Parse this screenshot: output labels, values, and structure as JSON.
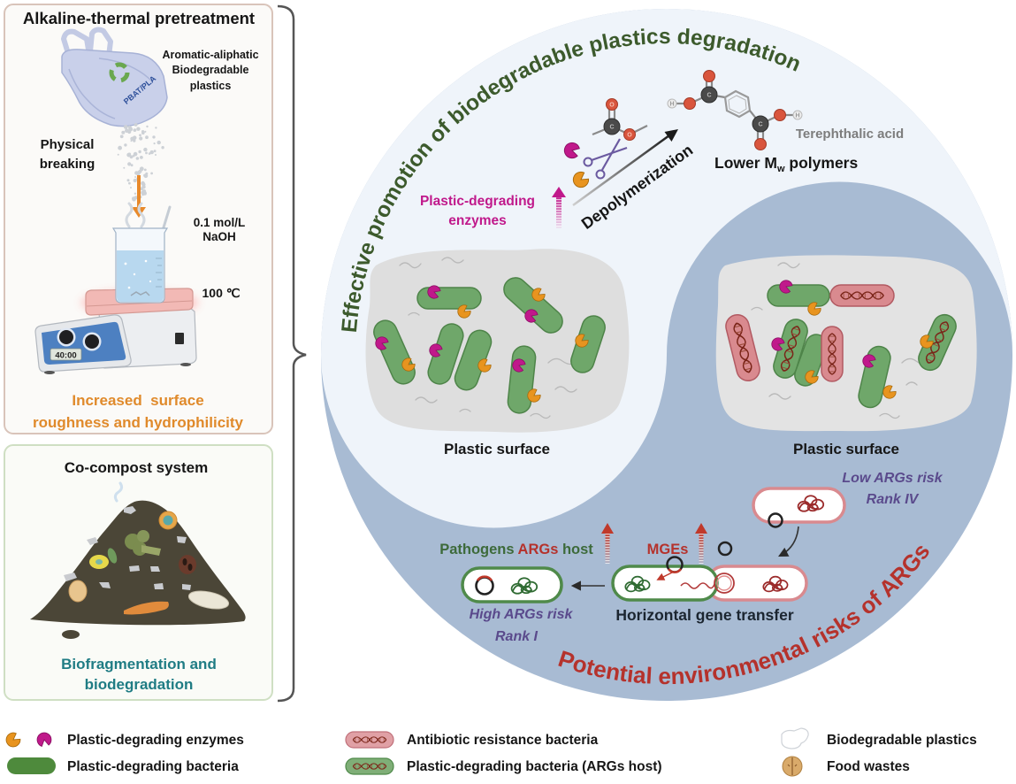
{
  "pretreatment_panel": {
    "title": "Alkaline-thermal pretreatment",
    "plastic_label": [
      "Aromatic-aliphatic",
      "Biodegradable",
      "plastics"
    ],
    "bag_label": "PBAT/PLA",
    "step_label": [
      "Physical",
      "breaking"
    ],
    "reagent": [
      "0.1 mol/L",
      "NaOH"
    ],
    "temperature": "100 ℃",
    "timer_display": "40:00",
    "result": [
      "Increased  surface",
      "roughness and hydrophilicity"
    ]
  },
  "compost_panel": {
    "title": "Co-compost system",
    "result": [
      "Biofragmentation and",
      "biodegradation"
    ]
  },
  "circle": {
    "top_arc_title": "Effective promotion of biodegradable plastics degradation",
    "bottom_arc_title": "Potential environmental risks of ARGs",
    "enzymes_label": [
      "Plastic-degrading",
      "enzymes"
    ],
    "process_label": "Depolymerization",
    "product_name": "Terephthalic acid",
    "product_label": {
      "main": "Lower M",
      "subscript": "w",
      "suffix": " polymers"
    },
    "atom_labels": {
      "carbon": "C",
      "oxygen": "O",
      "hydrogen": "H"
    },
    "surface_left_label": "Plastic surface",
    "surface_right_label": "Plastic surface",
    "low_risk": [
      "Low ARGs risk",
      "Rank IV"
    ],
    "high_risk": [
      "High ARGs risk",
      "Rank I"
    ],
    "host_label": {
      "pathogens": "Pathogens ",
      "args": "ARGs",
      "host": " host"
    },
    "mges_label": "MGEs",
    "hgt_label": "Horizontal gene transfer"
  },
  "legend": {
    "items": [
      {
        "icon": "enzyme-pair-icon",
        "label": "Plastic-degrading enzymes"
      },
      {
        "icon": "green-bacterium-icon",
        "label": "Plastic-degrading bacteria"
      },
      {
        "icon": "resistant-bacterium-icon",
        "label": "Antibiotic resistance bacteria"
      },
      {
        "icon": "args-host-bacterium-icon",
        "label": "Plastic-degrading bacteria (ARGs host)"
      },
      {
        "icon": "plastic-fragment-icon",
        "label": "Biodegradable plastics"
      },
      {
        "icon": "food-waste-icon",
        "label": "Food wastes"
      }
    ]
  },
  "colors": {
    "title_green": "#3c5a2c",
    "risk_red": "#b5322c",
    "enzyme_magenta": "#c0198b",
    "enzyme_orange": "#e8941f",
    "result_orange": "#e08a2b",
    "result_teal": "#1f7c84",
    "risk_purple": "#5a4a8c",
    "host_green": "#3d6a3a",
    "bacteria_green": "#6fa76a",
    "arb_pink": "#d98a8f",
    "circle_blue": "#a8bbd3",
    "circle_light": "#eff4fa",
    "plastic_gray": "#dedede"
  }
}
